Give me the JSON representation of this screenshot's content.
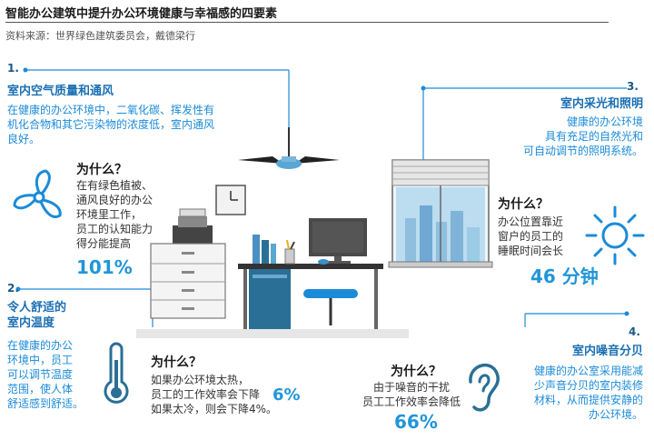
{
  "header": {
    "title": "智能办公建筑中提升办公环境健康与幸福感的四要素",
    "source": "资料来源：世界绿色建筑委员会，戴德梁行"
  },
  "factors": [
    {
      "number": "1.",
      "title": "室内空气质量和通风",
      "description": [
        "在健康的办公环境中，二氧化碳、挥发性有",
        "机化合物和其它污染物的浓度低，室内通风",
        "良好。"
      ],
      "why_label": "为什么？",
      "why_text": [
        "在有绿色植被、",
        "通风良好的办公",
        "环境里工作，",
        "员工的认知能力",
        "得分能提高"
      ],
      "stat": "101%"
    },
    {
      "number": "2.",
      "title": [
        "令人舒适的",
        "室内温度"
      ],
      "description": [
        "在健康的办公",
        "环境中，员工",
        "可以调节温度",
        "范围，使人体",
        "舒适感到舒适。"
      ],
      "why_label": "为什么？",
      "why_text": [
        "如果办公环境太热，",
        "员工的工作效率会下降",
        "如果太冷，则会下降4%。"
      ],
      "stat": "6%"
    },
    {
      "number": "3.",
      "title": "室内采光和照明",
      "description": [
        "健康的办公环境",
        "具有充足的自然光和",
        "可自动调节的照明系统。"
      ],
      "why_label": "为什么？",
      "why_text": [
        "办公位置靠近",
        "窗户的员工的",
        "睡眠时间会长"
      ],
      "stat": "46 分钟"
    },
    {
      "number": "4.",
      "title": "室内噪音分贝",
      "description": [
        "健康的办公室采用能减",
        "少声音分贝的室内装修",
        "材料，从而提供安静的",
        "办公环境。"
      ],
      "why_label": "为什么？",
      "why_text": [
        "由于噪音的干扰",
        "员工工作效率会降低"
      ],
      "stat": "66%"
    }
  ],
  "icons": {
    "factor1": "fan-icon",
    "factor2": "thermometer-icon",
    "factor3": "sun-icon",
    "factor4": "ear-icon"
  },
  "colors": {
    "accent_blue": "#1b8bd8",
    "heading_blue": "#1b6fb3",
    "stat_blue": "#2196d8",
    "dark_blue": "#2a6f95"
  }
}
